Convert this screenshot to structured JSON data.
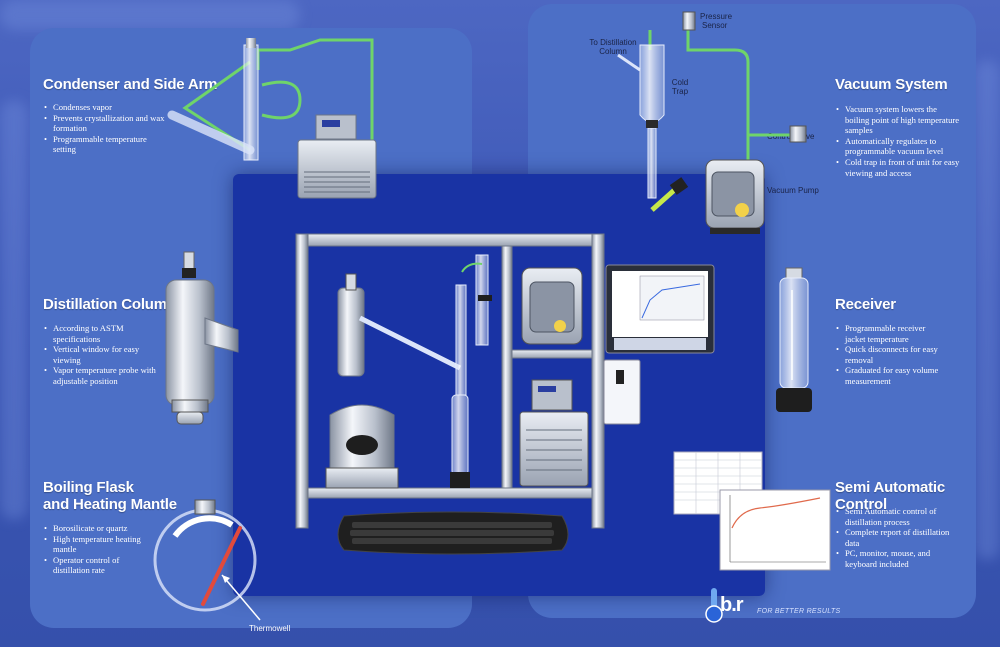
{
  "sections": {
    "condenser": {
      "title": "Condenser and Side Arm",
      "bullets": [
        "Condenses vapor",
        "Prevents crystallization and wax formation",
        "Programmable temperature setting"
      ]
    },
    "column": {
      "title": "Distillation Column",
      "bullets": [
        "According to ASTM specifications",
        "Vertical window for easy viewing",
        "Vapor temperature probe with adjustable position"
      ]
    },
    "flask": {
      "title_line1": "Boiling Flask",
      "title_line2": "and Heating Mantle",
      "bullets": [
        "Borosilicate or quartz",
        "High temperature heating mantle",
        "Operator control of distillation rate"
      ]
    },
    "vacuum": {
      "title": "Vacuum System",
      "bullets": [
        "Vacuum system lowers the boiling point of high temperature samples",
        "Automatically regulates to programmable vacuum level",
        "Cold trap in front of unit for easy viewing and access"
      ]
    },
    "receiver": {
      "title": "Receiver",
      "bullets": [
        "Programmable receiver jacket temperature",
        "Quick disconnects for easy removal",
        "Graduated for easy volume measurement"
      ]
    },
    "control": {
      "title": "Semi Automatic Control",
      "bullets": [
        "Semi Automatic control of distillation process",
        "Complete report of distillation data",
        "PC, monitor, mouse, and keyboard included"
      ]
    }
  },
  "labels": {
    "pressure_sensor_1": "Pressure",
    "pressure_sensor_2": "Sensor",
    "to_column_1": "To Distillation",
    "to_column_2": "Column",
    "cold_trap_1": "Cold",
    "cold_trap_2": "Trap",
    "control_valve": "Control Valve",
    "vacuum_pump": "Vacuum Pump",
    "thermowell": "Thermowell"
  },
  "brand": {
    "logo_text": "b.r",
    "tagline": "FOR BETTER RESULTS"
  },
  "colors": {
    "tubing": "#6fd46a",
    "center_panel": "#1933a4",
    "side_panel": "#4c6fc6",
    "thermowell_rod": "#e14a3c"
  }
}
